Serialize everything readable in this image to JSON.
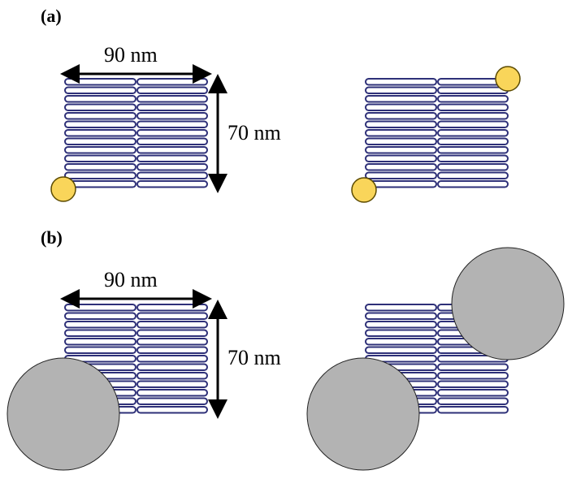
{
  "panels": {
    "a": {
      "label": "(a)"
    },
    "b": {
      "label": "(b)"
    }
  },
  "dimensions": {
    "width_label": "90 nm",
    "height_label": "70 nm"
  },
  "colors": {
    "strand": "#2e3078",
    "small_particle_fill": "#f9d55a",
    "small_particle_stroke": "#5b4a00",
    "large_particle_fill": "#b3b3b3",
    "large_particle_stroke": "#222222"
  }
}
